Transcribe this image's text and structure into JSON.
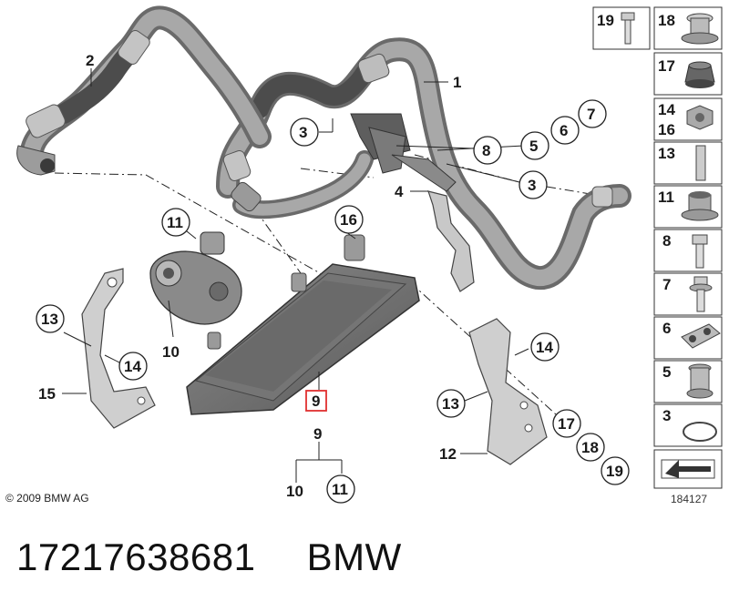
{
  "diagram": {
    "callouts": {
      "c1": "1",
      "c2": "2",
      "c3a": "3",
      "c3b": "3",
      "c4": "4",
      "c5": "5",
      "c6": "6",
      "c7": "7",
      "c8": "8",
      "c9": "9",
      "c9b": "9",
      "c10a": "10",
      "c10b": "10",
      "c11a": "11",
      "c11b": "11",
      "c12": "12",
      "c13a": "13",
      "c13b": "13",
      "c14a": "14",
      "c14b": "14",
      "c15": "15",
      "c16": "16",
      "c17": "17",
      "c18": "18",
      "c19": "19"
    },
    "legend": {
      "r1a": "19",
      "r1b": "18",
      "r2": "17",
      "r3a": "14",
      "r3b": "16",
      "r4": "13",
      "r5": "11",
      "r6": "8",
      "r7": "7",
      "r8": "6",
      "r9": "5",
      "r10": "3"
    },
    "copyright": "© 2009 BMW AG",
    "diagram_id": "184127"
  },
  "footer": {
    "part_number": "17217638681",
    "brand": "BMW"
  },
  "colors": {
    "hose_fill": "#8e8e8e",
    "hose_dark": "#565656",
    "cooler_fill": "#6f6f6f",
    "highlight": "#e03030",
    "line": "#222222"
  }
}
